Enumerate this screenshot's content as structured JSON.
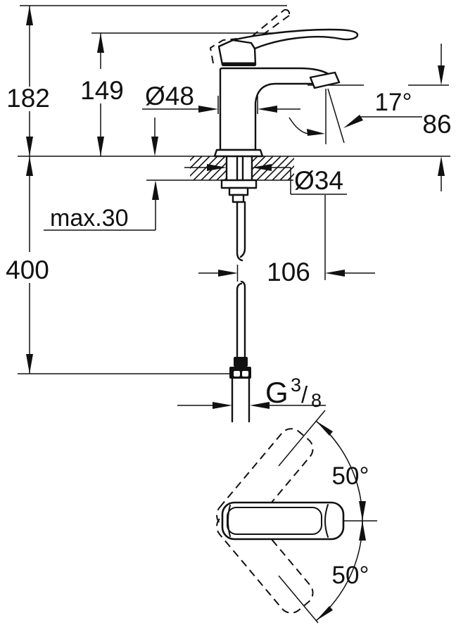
{
  "colors": {
    "line": "#111111",
    "background": "#ffffff"
  },
  "side_view": {
    "overall_height": "182",
    "height_to_lever": "149",
    "body_diameter": "Ø48",
    "spout_angle": "17°",
    "outlet_height": "86",
    "deck_hole_diameter": "Ø34",
    "max_deck_thickness": "max.30",
    "supply_length": "400",
    "supply_offset": "106",
    "thread_letter": "G",
    "thread_numerator": "3",
    "thread_slash": "/",
    "thread_denominator": "8"
  },
  "top_view": {
    "swing_angle_up": "50°",
    "swing_angle_down": "50°"
  }
}
